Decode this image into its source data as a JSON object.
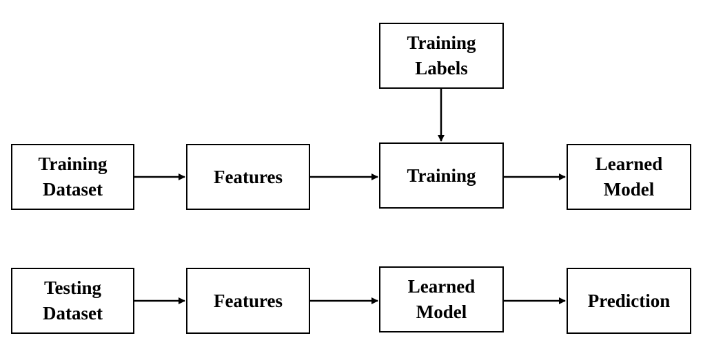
{
  "diagram": {
    "nodes": {
      "training_labels": "Training\nLabels",
      "training_dataset": "Training\nDataset",
      "features_train": "Features",
      "training": "Training",
      "learned_model_train": "Learned\nModel",
      "testing_dataset": "Testing\nDataset",
      "features_test": "Features",
      "learned_model_test": "Learned\nModel",
      "prediction": "Prediction"
    },
    "edges": [
      {
        "from": "training_labels",
        "to": "training"
      },
      {
        "from": "training_dataset",
        "to": "features_train"
      },
      {
        "from": "features_train",
        "to": "training"
      },
      {
        "from": "training",
        "to": "learned_model_train"
      },
      {
        "from": "testing_dataset",
        "to": "features_test"
      },
      {
        "from": "features_test",
        "to": "learned_model_test"
      },
      {
        "from": "learned_model_test",
        "to": "prediction"
      }
    ],
    "colors": {
      "stroke": "#000000",
      "fill": "#ffffff"
    }
  }
}
